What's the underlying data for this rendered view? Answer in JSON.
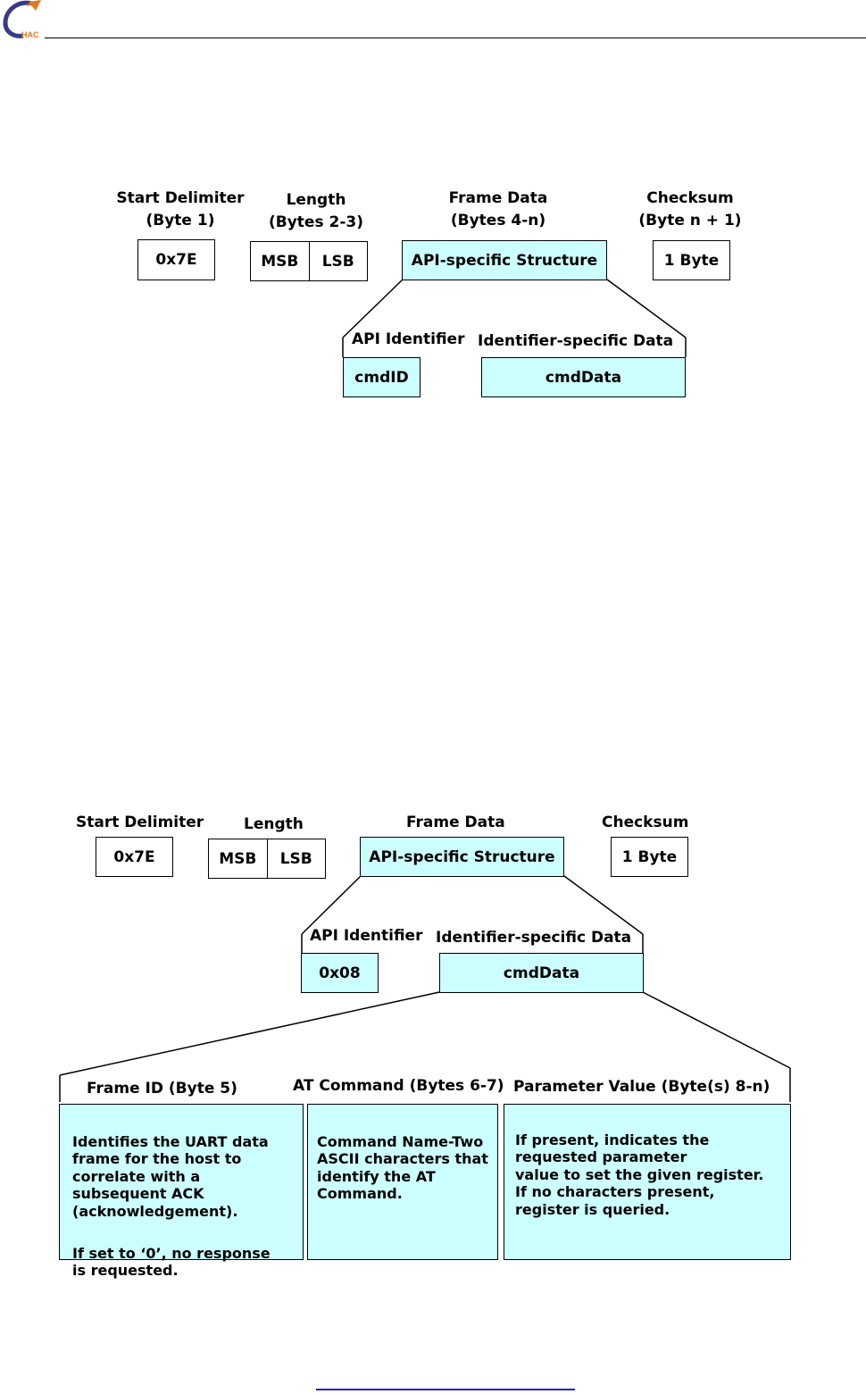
{
  "logo": {
    "text": "HAC",
    "icon": "hac-logo-icon"
  },
  "diagram1": {
    "start": {
      "label_line1": "Start Delimiter",
      "label_line2": "(Byte 1)",
      "value": "0x7E"
    },
    "length": {
      "label_line1": "Length",
      "label_line2": "(Bytes 2-3)",
      "msb": "MSB",
      "lsb": "LSB"
    },
    "frame": {
      "label_line1": "Frame Data",
      "label_line2": "(Bytes 4-n)",
      "value": "API-specific Structure"
    },
    "checksum": {
      "label_line1": "Checksum",
      "label_line2": "(Byte n + 1)",
      "value": "1 Byte"
    },
    "api_identifier": {
      "label": "API Identifier",
      "value": "cmdID"
    },
    "identifier_data": {
      "label": "Identifier-specific Data",
      "value": "cmdData"
    }
  },
  "diagram2": {
    "start": {
      "label": "Start Delimiter",
      "value": "0x7E"
    },
    "length": {
      "label": "Length",
      "msb": "MSB",
      "lsb": "LSB"
    },
    "frame": {
      "label": "Frame Data",
      "value": "API-specific Structure"
    },
    "checksum": {
      "label": "Checksum",
      "value": "1 Byte"
    },
    "api_identifier": {
      "label": "API Identifier",
      "value": "0x08"
    },
    "identifier_data": {
      "label": "Identifier-specific Data",
      "value": "cmdData"
    },
    "frame_id": {
      "label": "Frame ID (Byte 5)",
      "text1": "Identifies the UART data\nframe for the host to\ncorrelate with a\nsubsequent ACK\n(acknowledgement).",
      "text2": "If set to ‘0’, no response\nis requested."
    },
    "at_command": {
      "label": "AT Command (Bytes 6-7)",
      "text": "Command Name-Two\nASCII characters that\nidentify the AT\nCommand."
    },
    "parameter_value": {
      "label": "Parameter Value (Byte(s) 8-n)",
      "text": "If present, indicates the\nrequested parameter\nvalue to set the given register.\nIf no characters present,\nregister is queried."
    }
  }
}
